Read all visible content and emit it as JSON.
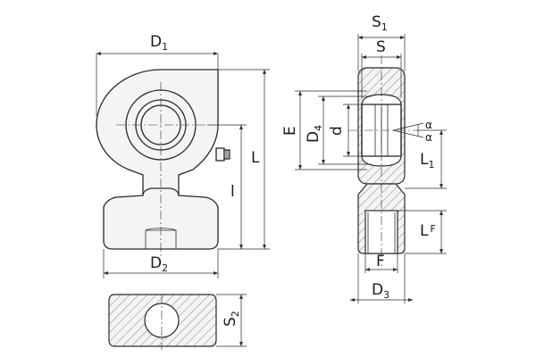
{
  "labels": {
    "d1": {
      "main": "D",
      "sub": "1"
    },
    "d2": {
      "main": "D",
      "sub": "2"
    },
    "d3": {
      "main": "D",
      "sub": "3"
    },
    "d4": {
      "main": "D",
      "sub": "4"
    },
    "s1": {
      "main": "S",
      "sub": "1"
    },
    "s2": {
      "main": "S",
      "sub": "2"
    },
    "s": "S",
    "e": "E",
    "d": "d",
    "alpha_upper": "α",
    "alpha_lower": "α",
    "l": "L",
    "l_small": "l",
    "l1": {
      "main": "L",
      "sub": "1"
    },
    "lf": {
      "main": "L",
      "sub": "F"
    },
    "f": "F"
  }
}
